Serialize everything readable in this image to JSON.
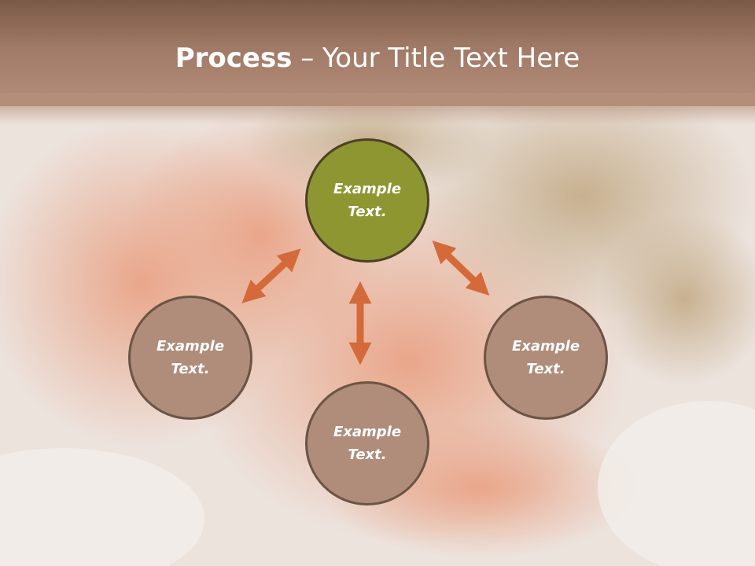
{
  "title": {
    "bold": "Process",
    "rest": " – Your Title Text Here"
  },
  "nodes": [
    {
      "line1": "Example",
      "line2": "Text."
    },
    {
      "line1": "Example",
      "line2": "Text."
    },
    {
      "line1": "Example",
      "line2": "Text."
    },
    {
      "line1": "Example",
      "line2": "Text."
    }
  ],
  "colors": {
    "header": "#a07a66",
    "center_fill": "#8e9631",
    "outer_fill": "#b08c7a",
    "circle_stroke": "#5e4a3a",
    "arrow": "#d46a3a"
  }
}
